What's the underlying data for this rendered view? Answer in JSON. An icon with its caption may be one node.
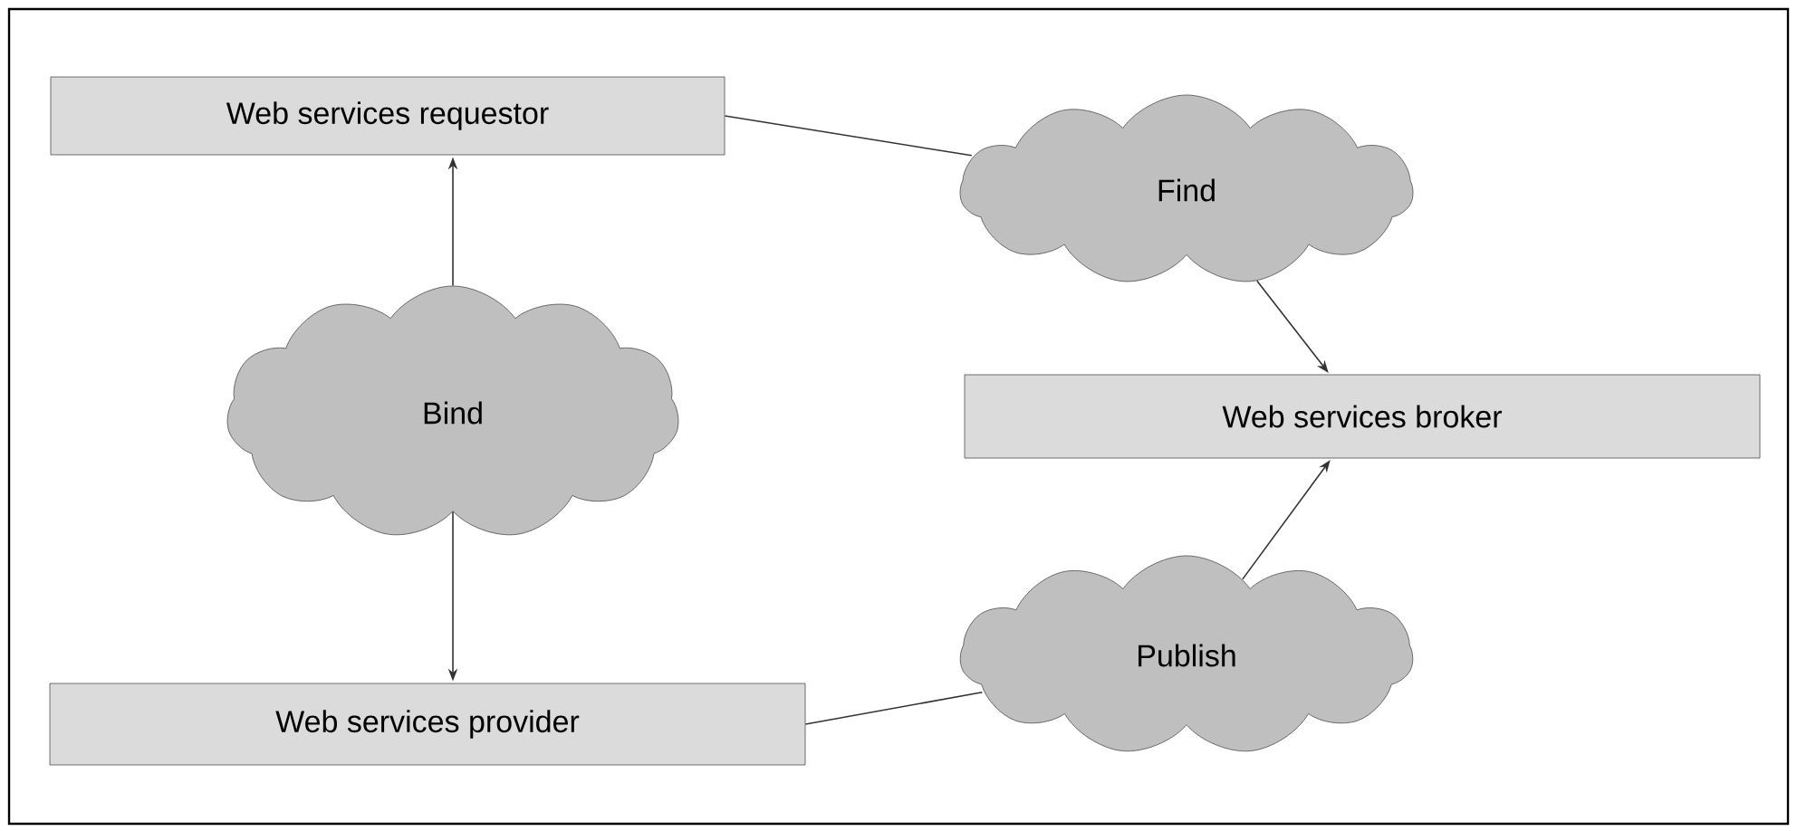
{
  "diagram": {
    "nodes": [
      {
        "text": [
          "Web services requestor"
        ]
      },
      {
        "text": [
          "Find"
        ]
      },
      {
        "text": [
          "Bind"
        ]
      },
      {
        "text": [
          "Web services broker"
        ]
      },
      {
        "text": [
          "Publish"
        ]
      },
      {
        "text": [
          "Web services provider"
        ]
      }
    ],
    "edges": [
      {
        "from": 2,
        "to": 0,
        "arrow": "to"
      },
      {
        "from": 2,
        "to": 5,
        "arrow": "to"
      },
      {
        "from": 0,
        "to": 1,
        "arrow": "none"
      },
      {
        "from": 1,
        "to": 3,
        "arrow": "to"
      },
      {
        "from": 5,
        "to": 4,
        "arrow": "none"
      },
      {
        "from": 4,
        "to": 3,
        "arrow": "to"
      }
    ]
  }
}
